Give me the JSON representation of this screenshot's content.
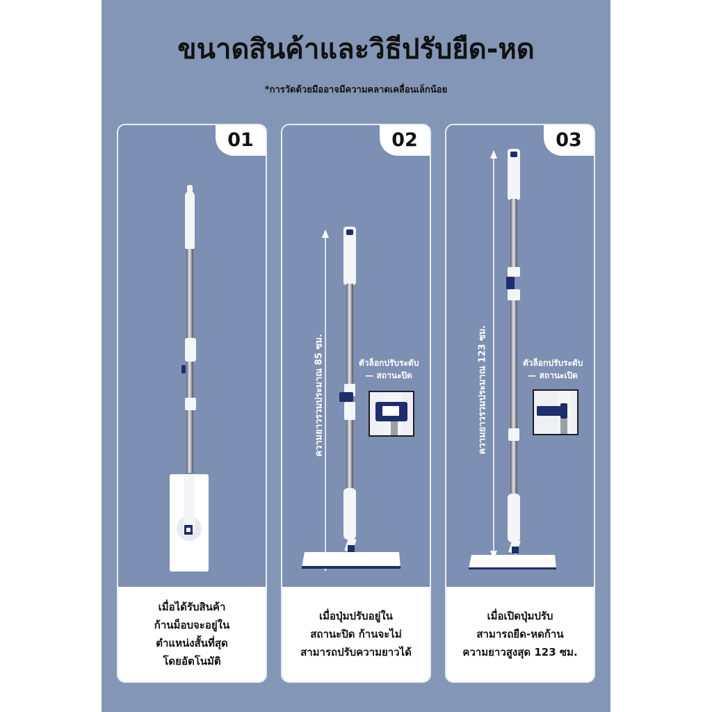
{
  "title": "ขนาดสินค้าและวิธีปรับยืด-หด",
  "subtitle": "*การวัดด้วยมืออาจมีความคลาดเคลื่อนเล็กน้อย",
  "colors": {
    "background": "#8496b6",
    "panel": "#7d8fb2",
    "lock_navy": "#1f2d6b"
  },
  "steps": [
    {
      "number": "01",
      "caption_lines": [
        "เมื่อได้รับสินค้า",
        "ก้านม็อบจะอยู่ใน",
        "ตำแหน่งสั้นที่สุด",
        "โดยอัตโนมัติ"
      ]
    },
    {
      "number": "02",
      "measure_label": "ความยาวรวมประมาณ 85 ซม.",
      "lock_label_lines": [
        "ตัวล็อกปรับระดับ",
        "— สถานะปิด"
      ],
      "caption_lines": [
        "เมื่อปุ่มปรับอยู่ใน",
        "สถานะปิด ก้านจะไม่",
        "สามารถปรับความยาวได้"
      ]
    },
    {
      "number": "03",
      "measure_label": "ความยาวรวมประมาณ 123 ซม.",
      "lock_label_lines": [
        "ตัวล็อกปรับระดับ",
        "— สถานะเปิด"
      ],
      "caption_lines": [
        "เมื่อเปิดปุ่มปรับ",
        "สามารถยืด-หดก้าน",
        "ความยาวสูงสุด 123 ซม."
      ]
    }
  ]
}
